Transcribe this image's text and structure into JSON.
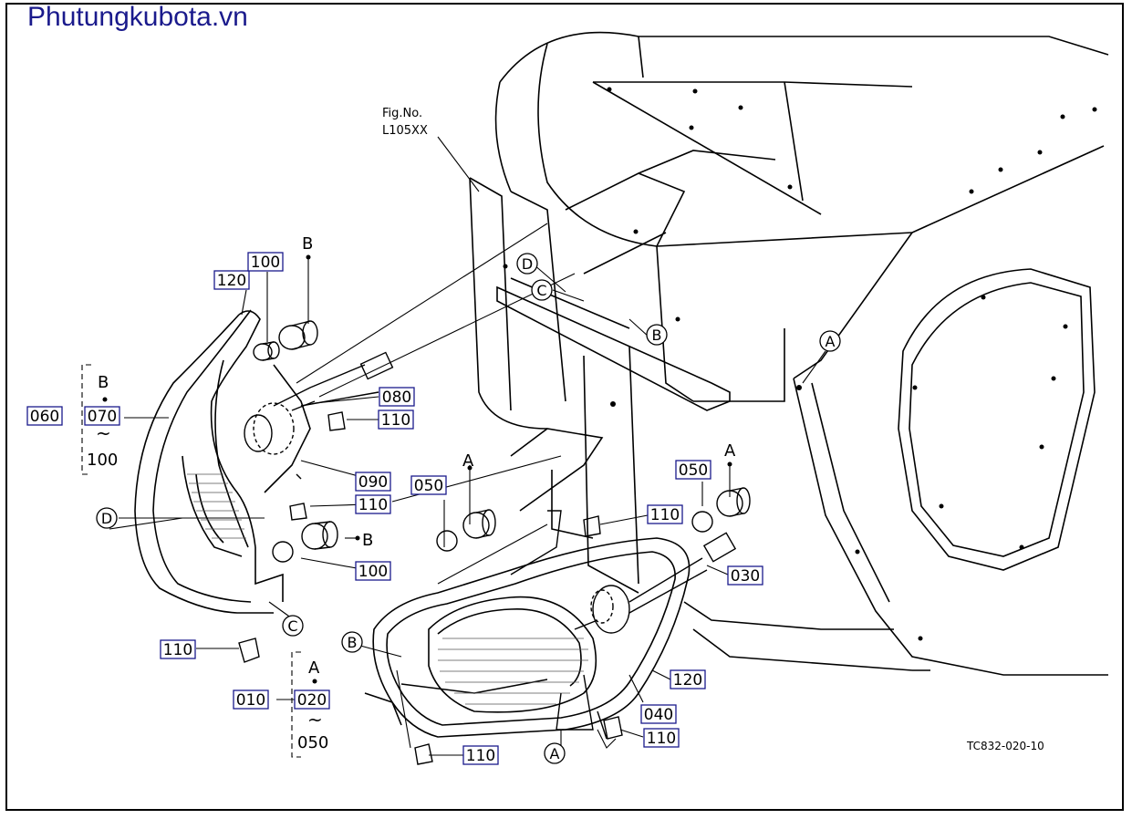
{
  "watermark": "Phutungkubota.vn",
  "fig_ref": {
    "line1": "Fig.No.",
    "line2": "L105XX"
  },
  "drawing_code": "TC832-020-10",
  "boxed_parts": [
    {
      "name": "part-120-left",
      "text": "120"
    },
    {
      "name": "part-100-top",
      "text": "100"
    },
    {
      "name": "part-060",
      "text": "060"
    },
    {
      "name": "part-070",
      "text": "070"
    },
    {
      "name": "part-080",
      "text": "080"
    },
    {
      "name": "part-110-a",
      "text": "110"
    },
    {
      "name": "part-090",
      "text": "090"
    },
    {
      "name": "part-110-b",
      "text": "110"
    },
    {
      "name": "part-100-bottom",
      "text": "100"
    },
    {
      "name": "part-110-c",
      "text": "110"
    },
    {
      "name": "part-010",
      "text": "010"
    },
    {
      "name": "part-020",
      "text": "020"
    },
    {
      "name": "part-050-left",
      "text": "050"
    },
    {
      "name": "part-110-d",
      "text": "110"
    },
    {
      "name": "part-050-right",
      "text": "050"
    },
    {
      "name": "part-030",
      "text": "030"
    },
    {
      "name": "part-120-right",
      "text": "120"
    },
    {
      "name": "part-040",
      "text": "040"
    },
    {
      "name": "part-110-e",
      "text": "110"
    },
    {
      "name": "part-110-f",
      "text": "110"
    }
  ],
  "plain_labels": [
    {
      "name": "label-b-top",
      "text": "B"
    },
    {
      "name": "label-b-group-left",
      "text": "B"
    },
    {
      "name": "label-range-100",
      "text": "100"
    },
    {
      "name": "label-b-bushing",
      "text": "B"
    },
    {
      "name": "label-a-group-bottom",
      "text": "A"
    },
    {
      "name": "label-range-050",
      "text": "050"
    },
    {
      "name": "label-a-left-bushing",
      "text": "A"
    },
    {
      "name": "label-a-right-bushing",
      "text": "A"
    }
  ],
  "tilde": "~",
  "circled_refs": [
    {
      "name": "circled-d-frame",
      "text": "D"
    },
    {
      "name": "circled-c-frame",
      "text": "C"
    },
    {
      "name": "circled-b-frame",
      "text": "B"
    },
    {
      "name": "circled-a-hood",
      "text": "A"
    },
    {
      "name": "circled-d-lamp",
      "text": "D"
    },
    {
      "name": "circled-c-lamp",
      "text": "C"
    },
    {
      "name": "circled-b-lamp",
      "text": "B"
    },
    {
      "name": "circled-a-bottom",
      "text": "A"
    }
  ]
}
